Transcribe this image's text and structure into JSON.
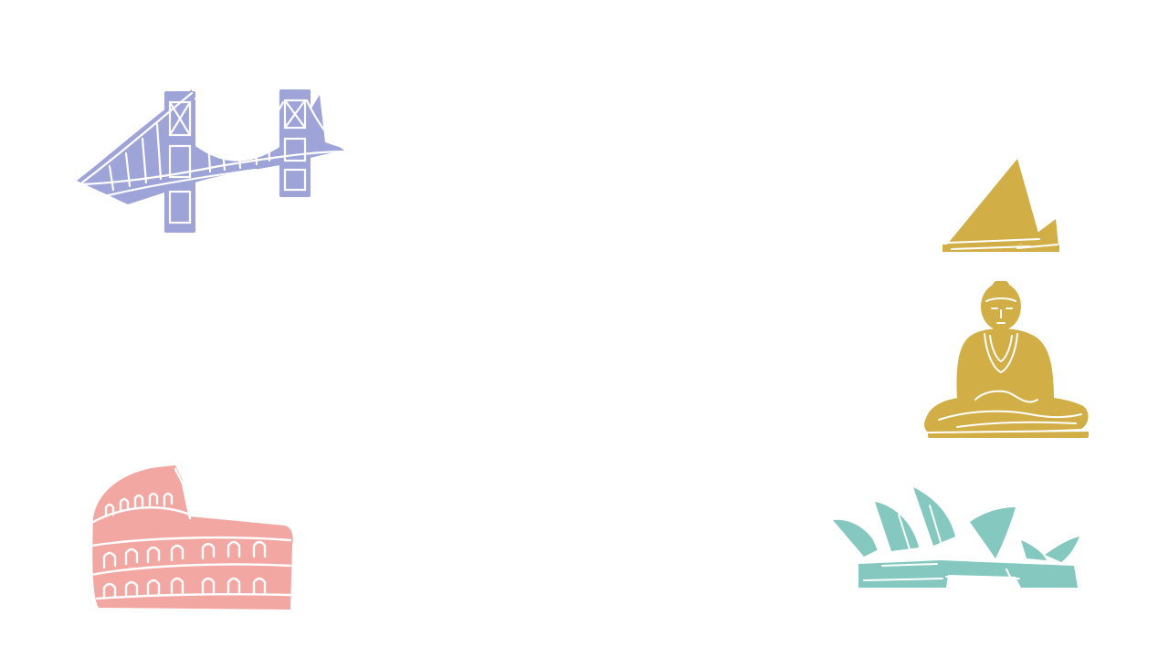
{
  "slide": {
    "background": "#ffffff"
  },
  "colors": {
    "bridge": "#9ea3d8",
    "pyramids": "#d2ae47",
    "buddha": "#d2ae47",
    "colosseum": "#f3a7a2",
    "opera_house": "#84c8c0",
    "line": "#ffffff"
  },
  "illustrations": [
    {
      "id": "bridge",
      "icon": "suspension-bridge-icon"
    },
    {
      "id": "pyramids",
      "icon": "pyramid-icon"
    },
    {
      "id": "buddha",
      "icon": "seated-buddha-icon"
    },
    {
      "id": "colosseum",
      "icon": "colosseum-icon"
    },
    {
      "id": "opera_house",
      "icon": "opera-house-icon"
    }
  ]
}
